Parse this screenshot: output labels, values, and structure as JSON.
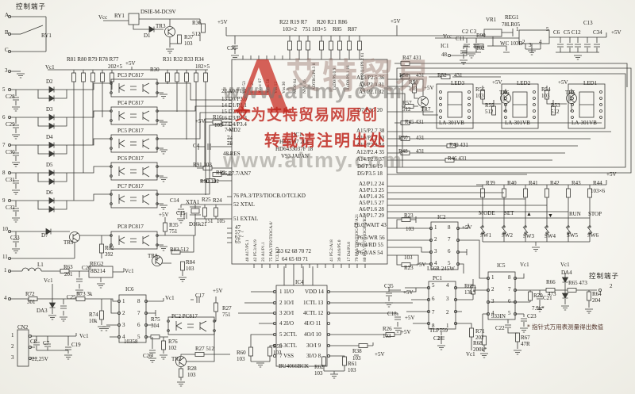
{
  "watermark": {
    "logo_letter": "A",
    "logo_text": "艾特贸易",
    "url_top": "www.aitmy.com",
    "line_original": "文为艾特贸易网原创",
    "line_reprint": "转载请注明出处",
    "url_bottom": "www.aitmy.com",
    "red": "#c2241c",
    "gray": "#8e8c88"
  },
  "note": {
    "text": "* 指针式万用表测量得出数值"
  },
  "ic1": {
    "name": "IC1",
    "part1": "H8/3307 2L1",
    "part2": "HD6433037F 18",
    "part3": "V93 JAPAN"
  },
  "labels": [
    [
      "控制端子",
      20,
      4,
      "lg"
    ],
    [
      "A",
      6,
      16
    ],
    [
      "B",
      6,
      38
    ],
    [
      "C",
      6,
      60
    ],
    [
      "RY1",
      52,
      42
    ],
    [
      "3",
      6,
      86
    ],
    [
      "Vc1",
      57,
      82
    ],
    [
      "Vcc",
      124,
      19
    ],
    [
      "RY1",
      144,
      17
    ],
    [
      "DSIE-M-DC9V",
      177,
      12
    ],
    [
      "TR3",
      196,
      30
    ],
    [
      "D1",
      181,
      42
    ],
    [
      "R37",
      232,
      44
    ],
    [
      "103",
      232,
      52
    ],
    [
      "R36",
      242,
      26
    ],
    [
      "512",
      242,
      40
    ],
    [
      "R81 R80 R79 R78 R77",
      84,
      72
    ],
    [
      "202×5",
      136,
      81
    ],
    [
      "+5V",
      158,
      77
    ],
    [
      "R30",
      189,
      85
    ],
    [
      "R31 R32 R33 R34",
      205,
      72
    ],
    [
      "182×5",
      246,
      81
    ],
    [
      "D2",
      58,
      100
    ],
    [
      "5",
      3,
      110
    ],
    [
      "C28",
      7,
      119
    ],
    [
      "D3",
      58,
      135
    ],
    [
      "6",
      3,
      145
    ],
    [
      "C29",
      7,
      154
    ],
    [
      "D4",
      58,
      170
    ],
    [
      "7",
      3,
      180
    ],
    [
      "C30",
      7,
      189
    ],
    [
      "D5",
      58,
      205
    ],
    [
      "8",
      3,
      215
    ],
    [
      "C31",
      7,
      224
    ],
    [
      "D6",
      58,
      240
    ],
    [
      "9",
      3,
      250
    ],
    [
      "C32",
      7,
      259
    ],
    [
      "10",
      3,
      286
    ],
    [
      "C33",
      13,
      297
    ],
    [
      "D7",
      52,
      294
    ],
    [
      "TR9",
      80,
      303
    ],
    [
      "11",
      3,
      321
    ],
    [
      "R82",
      132,
      310
    ],
    [
      "392",
      132,
      318
    ],
    [
      "PC3 PC817",
      148,
      92
    ],
    [
      "PC4 PC817",
      148,
      127
    ],
    [
      "PC5 PC817",
      148,
      162
    ],
    [
      "PC6 PC817",
      148,
      197
    ],
    [
      "PC7 PC817",
      148,
      232
    ],
    [
      "PC8 PC817",
      148,
      283
    ],
    [
      "+5V",
      200,
      268
    ],
    [
      "R35",
      213,
      281
    ],
    [
      "751",
      213,
      289
    ],
    [
      "C14",
      214,
      250
    ],
    [
      "XTA1",
      234,
      252
    ],
    [
      "R25",
      254,
      249
    ],
    [
      "R24",
      268,
      250
    ],
    [
      "151",
      258,
      276
    ],
    [
      "C15",
      222,
      266
    ],
    [
      "D16k21",
      238,
      280
    ],
    [
      "105",
      273,
      276
    ],
    [
      "R83 512",
      214,
      312
    ],
    [
      "TR8",
      186,
      320
    ],
    [
      "R84",
      234,
      328
    ],
    [
      "103",
      234,
      336
    ],
    [
      "22 A0/P1.0",
      279,
      112
    ],
    [
      "13 D0/P3.0",
      279,
      122
    ],
    [
      "14 D1/P3.1",
      279,
      130
    ],
    [
      "15 D2/P3.2",
      279,
      138
    ],
    [
      "16 D3/P3.3",
      279,
      146
    ],
    [
      "17 D4/P3.4",
      279,
      154
    ],
    [
      "7 MD2",
      283,
      161
    ],
    [
      "74",
      286,
      171
    ],
    [
      "78",
      286,
      178
    ],
    [
      "48 RES",
      281,
      191
    ],
    [
      "66 P7.7/AN7",
      279,
      216
    ],
    [
      "76 PA.3/TP3/TIOCB.O/TCLKD",
      294,
      244
    ],
    [
      "52 XTAL",
      294,
      255
    ],
    [
      "51 EXTAL",
      294,
      273
    ],
    [
      "47",
      296,
      284
    ],
    [
      "57~",
      296,
      290
    ],
    [
      "62~",
      296,
      296
    ],
    [
      "65",
      296,
      302
    ],
    [
      "R16",
      268,
      145
    ],
    [
      "103",
      270,
      155
    ],
    [
      "+5V",
      246,
      150
    ],
    [
      "C4",
      243,
      181
    ],
    [
      "R91 103",
      243,
      205
    ],
    [
      "R89",
      272,
      215
    ],
    [
      "R90 102",
      252,
      226
    ],
    [
      "+5V",
      274,
      25
    ],
    [
      "C36",
      286,
      58
    ],
    [
      "R22 R19 R7",
      352,
      25
    ],
    [
      "R20 R21 R86",
      399,
      25
    ],
    [
      "103×2",
      356,
      34
    ],
    [
      "751",
      381,
      34
    ],
    [
      "103×5",
      393,
      34
    ],
    [
      "R85",
      419,
      34
    ],
    [
      "R87",
      438,
      34
    ],
    [
      "+5V",
      492,
      24
    ],
    [
      "VR1",
      612,
      22
    ],
    [
      "WC 103D",
      630,
      52
    ],
    [
      "C11",
      574,
      46
    ],
    [
      "R90",
      600,
      42
    ],
    [
      "102",
      600,
      58
    ],
    [
      "R47 431",
      507,
      70
    ],
    [
      "Vcc",
      558,
      43
    ],
    [
      "C2 C3",
      582,
      37
    ],
    [
      "REG1",
      636,
      19
    ],
    [
      "78LR05",
      632,
      28
    ],
    [
      "1",
      650,
      34
    ],
    [
      "5",
      688,
      34
    ],
    [
      "2",
      658,
      50
    ],
    [
      "3",
      666,
      54
    ],
    [
      "4",
      679,
      50
    ],
    [
      "C6",
      697,
      38
    ],
    [
      "C5 C12",
      710,
      38
    ],
    [
      "C13",
      735,
      26
    ],
    [
      "C34",
      747,
      38
    ],
    [
      "+5V",
      770,
      38
    ],
    [
      "IC1",
      555,
      55
    ],
    [
      "48",
      556,
      66
    ],
    [
      "R51",
      503,
      92
    ],
    [
      "431",
      524,
      92
    ],
    [
      "R52",
      551,
      92
    ],
    [
      "431",
      572,
      92
    ],
    [
      "LED3",
      568,
      102
    ],
    [
      "LED2",
      651,
      102
    ],
    [
      "LED1",
      735,
      102
    ],
    [
      "+5V",
      534,
      108
    ],
    [
      "R58",
      515,
      101
    ],
    [
      "103",
      515,
      109
    ],
    [
      "R57",
      507,
      127
    ],
    [
      "512",
      507,
      135
    ],
    [
      "TR7",
      530,
      135
    ],
    [
      "+5V",
      620,
      101
    ],
    [
      "R56",
      599,
      110
    ],
    [
      "103",
      599,
      118
    ],
    [
      "TR6",
      629,
      114
    ],
    [
      "R55",
      611,
      130
    ],
    [
      "512",
      611,
      138
    ],
    [
      "+5V",
      703,
      101
    ],
    [
      "R54",
      682,
      110
    ],
    [
      "103",
      682,
      118
    ],
    [
      "TR5",
      712,
      114
    ],
    [
      "R53",
      694,
      130
    ],
    [
      "512",
      694,
      138
    ],
    [
      "LA-301VB",
      553,
      152
    ],
    [
      "LA-301VB",
      636,
      152
    ],
    [
      "LA-301VB",
      720,
      152
    ],
    [
      "R45 431",
      510,
      151
    ],
    [
      "R50",
      502,
      171
    ],
    [
      "431",
      524,
      171
    ],
    [
      "R49 431",
      566,
      180
    ],
    [
      "R48",
      502,
      188
    ],
    [
      "431",
      524,
      188
    ],
    [
      "R46 431",
      564,
      197
    ],
    [
      "+5V",
      764,
      217
    ],
    [
      "R39",
      612,
      228
    ],
    [
      "R40",
      639,
      228
    ],
    [
      "R41",
      666,
      228
    ],
    [
      "R42",
      693,
      228
    ],
    [
      "R43",
      720,
      228
    ],
    [
      "R44",
      747,
      228
    ],
    [
      "103×6",
      744,
      238
    ],
    [
      "MODE",
      603,
      266
    ],
    [
      "SET",
      635,
      266
    ],
    [
      "▲",
      663,
      267
    ],
    [
      "▼",
      690,
      269
    ],
    [
      "RUN",
      717,
      267
    ],
    [
      "STOP",
      741,
      267
    ],
    [
      "SW1",
      605,
      294
    ],
    [
      "SW2",
      632,
      294
    ],
    [
      "SW3",
      659,
      295
    ],
    [
      "SW4",
      686,
      295
    ],
    [
      "SW5",
      714,
      294
    ],
    [
      "SW6",
      740,
      294
    ],
    [
      "R23",
      509,
      269
    ],
    [
      "103",
      511,
      286
    ],
    [
      "103",
      509,
      322
    ],
    [
      "R23",
      509,
      335
    ],
    [
      "+5V",
      524,
      331
    ],
    [
      "IC2",
      551,
      271
    ],
    [
      "1",
      547,
      284
    ],
    [
      "8",
      564,
      284
    ],
    [
      "+5V",
      582,
      284
    ],
    [
      "2",
      547,
      299
    ],
    [
      "7",
      564,
      299
    ],
    [
      "3",
      547,
      314
    ],
    [
      "6",
      564,
      314
    ],
    [
      "4",
      547,
      329
    ],
    [
      "5",
      564,
      329
    ],
    [
      "L56R 245W",
      538,
      336
    ],
    [
      "PC1",
      545,
      348
    ],
    [
      "5",
      544,
      357
    ],
    [
      "4",
      562,
      357
    ],
    [
      "6",
      544,
      374
    ],
    [
      "3",
      562,
      374
    ],
    [
      "7",
      544,
      391
    ],
    [
      "2",
      562,
      391
    ],
    [
      "8",
      544,
      408
    ],
    [
      "1",
      562,
      408
    ],
    [
      "TLP759",
      541,
      414
    ],
    [
      "C24",
      546,
      424
    ],
    [
      "R71",
      599,
      415
    ],
    [
      "202",
      599,
      423
    ],
    [
      "Vc1",
      587,
      444
    ],
    [
      "R69",
      585,
      358
    ],
    [
      "13k*",
      585,
      366
    ],
    [
      "IC5",
      626,
      332
    ],
    [
      "Vc1",
      655,
      331
    ],
    [
      "1",
      619,
      347
    ],
    [
      "8",
      640,
      347
    ],
    [
      "2",
      619,
      362
    ],
    [
      "7",
      640,
      362
    ],
    [
      "3",
      619,
      377
    ],
    [
      "6",
      640,
      377
    ],
    [
      "4",
      619,
      392
    ],
    [
      "5",
      640,
      392
    ],
    [
      "933IN",
      619,
      396
    ],
    [
      "R70",
      672,
      370
    ],
    [
      "7.5k*",
      670,
      386
    ],
    [
      "C21",
      684,
      373
    ],
    [
      "C23",
      664,
      396
    ],
    [
      "C22",
      624,
      411
    ],
    [
      "R67",
      656,
      423
    ],
    [
      "47R",
      656,
      431
    ],
    [
      "R68",
      596,
      430
    ],
    [
      "200k*",
      596,
      438
    ],
    [
      "Vc1",
      706,
      331
    ],
    [
      "DA4",
      707,
      341
    ],
    [
      "R66",
      688,
      353
    ],
    [
      "473",
      690,
      368
    ],
    [
      "R65 473",
      716,
      354
    ],
    [
      "R64",
      746,
      368
    ],
    [
      "204",
      746,
      376
    ],
    [
      "控制端子",
      742,
      344,
      "lg"
    ],
    [
      "2",
      768,
      358
    ],
    [
      "IC4",
      372,
      353
    ],
    [
      "1 1I/O",
      352,
      365
    ],
    [
      "VDD 14",
      384,
      365
    ],
    [
      "2 1O/I",
      352,
      379
    ],
    [
      "1CTL 13",
      382,
      379
    ],
    [
      "3 2O/I",
      352,
      392
    ],
    [
      "4CTL 12",
      382,
      392
    ],
    [
      "4 2I/O",
      352,
      405
    ],
    [
      "4I/O 11",
      383,
      405
    ],
    [
      "5 2CTL",
      352,
      419
    ],
    [
      "4O/I 10",
      383,
      419
    ],
    [
      "6 3CTL",
      352,
      433
    ],
    [
      "3O/I 9",
      386,
      433
    ],
    [
      "7 VSS",
      352,
      446
    ],
    [
      "3I/O 8",
      386,
      446
    ],
    [
      "BU4066BCK",
      351,
      459
    ],
    [
      "R60",
      298,
      442
    ],
    [
      "103",
      298,
      450
    ],
    [
      "R59",
      344,
      434
    ],
    [
      "103",
      344,
      442
    ],
    [
      "R62",
      396,
      460
    ],
    [
      "103",
      396,
      468
    ],
    [
      "R61",
      438,
      456
    ],
    [
      "103",
      438,
      464
    ],
    [
      "R26",
      482,
      412
    ],
    [
      "103",
      482,
      421
    ],
    [
      "+5V",
      505,
      416
    ],
    [
      "R38",
      444,
      440
    ],
    [
      "103",
      444,
      449
    ],
    [
      "+5V",
      472,
      444
    ],
    [
      "C35",
      484,
      358
    ],
    [
      "+5V",
      508,
      366
    ],
    [
      "C18",
      488,
      393
    ],
    [
      "+5V",
      510,
      398
    ],
    [
      "1",
      5,
      338
    ],
    [
      "L1",
      47,
      331
    ],
    [
      "R63",
      80,
      334
    ],
    [
      "201",
      81,
      343
    ],
    [
      "C20",
      103,
      335
    ],
    [
      "REG2",
      113,
      330
    ],
    [
      "8B214",
      114,
      339
    ],
    [
      "Vc1",
      157,
      339
    ],
    [
      "Vc1",
      55,
      351
    ],
    [
      "4",
      5,
      373
    ],
    [
      "R72",
      32,
      368
    ],
    [
      "301",
      34,
      378
    ],
    [
      "C25",
      84,
      372
    ],
    [
      "R73 3k",
      96,
      368
    ],
    [
      "DA3",
      46,
      389
    ],
    [
      "R74",
      112,
      394
    ],
    [
      "10k",
      112,
      402
    ],
    [
      "IC6",
      158,
      362
    ],
    [
      "1",
      154,
      377
    ],
    [
      "8",
      173,
      377
    ],
    [
      "2",
      154,
      392
    ],
    [
      "7",
      173,
      392
    ],
    [
      "3",
      154,
      407
    ],
    [
      "6",
      173,
      407
    ],
    [
      "4",
      154,
      422
    ],
    [
      "5",
      173,
      422
    ],
    [
      "10358",
      156,
      428
    ],
    [
      "R75",
      190,
      400
    ],
    [
      "304",
      190,
      408
    ],
    [
      "Vc1",
      208,
      373
    ],
    [
      "PC2 PC817",
      216,
      396
    ],
    [
      "R27",
      280,
      386
    ],
    [
      "751",
      280,
      394
    ],
    [
      "C17",
      246,
      370
    ],
    [
      "+5V",
      268,
      364
    ],
    [
      "R76",
      212,
      428
    ],
    [
      "102",
      212,
      436
    ],
    [
      "C26",
      180,
      446
    ],
    [
      "TR2",
      216,
      450
    ],
    [
      "R27 512",
      246,
      437
    ],
    [
      "R28",
      236,
      462
    ],
    [
      "103",
      236,
      470
    ],
    [
      "CN2",
      22,
      410
    ],
    [
      "1",
      14,
      420
    ],
    [
      "2",
      14,
      434
    ],
    [
      "3",
      14,
      448
    ],
    [
      "C8",
      38,
      428
    ],
    [
      "C7",
      54,
      430
    ],
    [
      "C19",
      90,
      432
    ],
    [
      "Vc1",
      100,
      421
    ],
    [
      "22,25V",
      40,
      450
    ],
    [
      "63 62 68 70 72",
      350,
      314
    ],
    [
      "64 65 69 71",
      355,
      324
    ],
    [
      "IC1",
      370,
      167
    ],
    [
      "H8/3307 2L1",
      352,
      176
    ],
    [
      "HD6433037F 18",
      347,
      185
    ],
    [
      "V93 JAPAN",
      354,
      194
    ],
    [
      "Vcc 53",
      306,
      118,
      "rt"
    ],
    [
      "Vcc 21",
      316,
      118,
      "rt"
    ],
    [
      "AVcc 67",
      326,
      118,
      "rt"
    ],
    [
      "AVss 58",
      336,
      118,
      "rt"
    ],
    [
      "Vss 12",
      346,
      118,
      "rt"
    ],
    [
      "Vss 30",
      356,
      118,
      "rt"
    ],
    [
      "MD0 64",
      370,
      118,
      "rt"
    ],
    [
      "NMI 46",
      382,
      118,
      "rt"
    ],
    [
      "ADTRG/P8.3 8",
      394,
      114,
      "rt"
    ],
    [
      "TxD0/P9.0 9",
      420,
      114,
      "rt"
    ],
    [
      "RxD0/P9.1 16",
      437,
      114,
      "rt"
    ],
    [
      "SCK0/IRQ4/P9.2 61",
      455,
      112,
      "rt"
    ],
    [
      "40 A17/P5.1",
      310,
      330,
      "rt"
    ],
    [
      "42 P5.3/A19",
      320,
      330,
      "rt"
    ],
    [
      "23 A1/P1.1",
      330,
      330,
      "rt"
    ],
    [
      "75 PA2/TP2/TIOCA.0/",
      340,
      330,
      "rt"
    ],
    [
      "TCLKD",
      348,
      330,
      "rt"
    ],
    [
      "41 P5.2/A18",
      416,
      330,
      "rt"
    ],
    [
      "39 A16/P5.0",
      426,
      330,
      "rt"
    ],
    [
      "17 D4/P3.0",
      438,
      330,
      "rt"
    ],
    [
      "79 PA6/TP6/TIOCA.2/A21",
      448,
      330,
      "rt"
    ],
    [
      "80 PA7/TP7/TIOCB.2/B20",
      458,
      330,
      "rt"
    ],
    [
      "A13/P2.5 36",
      449,
      95
    ],
    [
      "A8/P2.0 31",
      452,
      104
    ],
    [
      "A9/P2.1 32",
      452,
      113
    ],
    [
      "D7/P3.7 20",
      450,
      136
    ],
    [
      "A15/P2.7 38",
      449,
      162
    ],
    [
      "A10/P2.2 33",
      449,
      171
    ],
    [
      "A11/P2.3 34",
      449,
      180
    ],
    [
      "A12/P2.4 35",
      449,
      189
    ],
    [
      "A14/P2.6 37",
      449,
      198
    ],
    [
      "D6/P3.6 19",
      450,
      207
    ],
    [
      "D5/P3.5 18",
      450,
      216
    ],
    [
      "A2/P1.2 24",
      452,
      229
    ],
    [
      "A3/P1.3 25",
      452,
      237
    ],
    [
      "A4/P1.4 26",
      452,
      245
    ],
    [
      "A5/P1.5 27",
      452,
      253
    ],
    [
      "A6/P1.6 28",
      452,
      261
    ],
    [
      "A7/P1.7 29",
      452,
      269
    ],
    [
      "P6.0/WAIT 43",
      446,
      281
    ],
    [
      "P6.5/WR 56",
      450,
      297
    ],
    [
      "P6.4/RD 55",
      450,
      306
    ],
    [
      "P6.3/AS 54",
      450,
      316
    ]
  ]
}
